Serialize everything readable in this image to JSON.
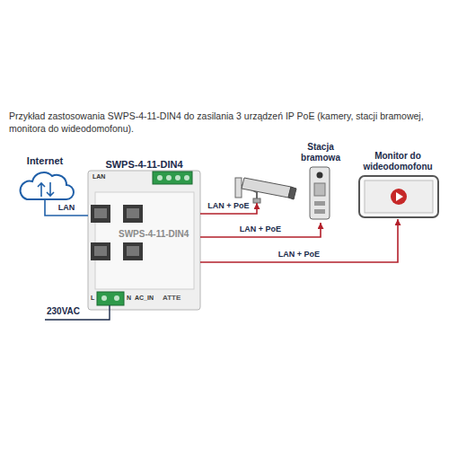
{
  "diagram": {
    "caption": "Przykład zastosowania SWPS-4-11-DIN4 do zasilania 3 urządzeń IP PoE (kamery, stacji bramowej, monitora do wideodomofonu).",
    "nodes": [
      {
        "text": [
          "Internet"
        ]
      },
      {
        "text": [
          "SWPS-4-11-DIN4",
          "SWPS-4-11-DIN4"
        ]
      },
      {
        "text": []
      },
      {
        "text": [
          "Stacja bramowa"
        ]
      },
      {
        "text": [
          "Monitor do wideodomofonu"
        ]
      }
    ],
    "edges": [
      {
        "from": 0,
        "to": 1,
        "label": "LAN",
        "arrow": "none"
      },
      {
        "from": 1,
        "to": 2,
        "label": "LAN + PoE",
        "arrow": "to"
      },
      {
        "from": 1,
        "to": 3,
        "label": "LAN + PoE",
        "arrow": "to"
      },
      {
        "from": 1,
        "to": 4,
        "label": "LAN + PoE",
        "arrow": "to"
      }
    ],
    "labels": [
      "LAN",
      "L",
      "N",
      "AC_IN",
      "ATTE",
      "230VAC"
    ]
  }
}
